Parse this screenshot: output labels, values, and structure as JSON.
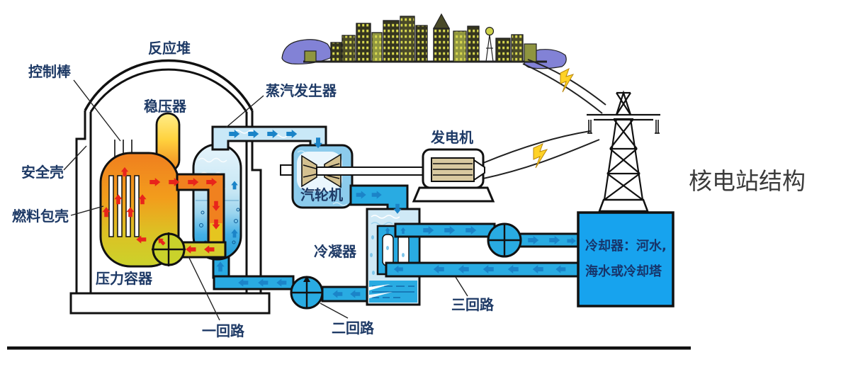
{
  "title": "核电站结构",
  "labels": {
    "reactor": "反应堆",
    "control_rods": "控制棒",
    "pressurizer": "稳压器",
    "steam_generator": "蒸汽发生器",
    "containment": "安全壳",
    "fuel_cladding": "燃料包壳",
    "pressure_vessel": "压力容器",
    "primary_loop": "一回路",
    "turbine": "汽轮机",
    "generator": "发电机",
    "condenser": "冷凝器",
    "secondary_loop": "二回路",
    "tertiary_loop": "三回路",
    "cooler_line1": "冷却器：河水,",
    "cooler_line2": "海水或冷却塔"
  },
  "colors": {
    "pipe_blue": "#29ABE2",
    "cooler_blue": "#17A3EE",
    "steam_pipe_light_blue": "#C9E8F7",
    "primary_hot_orange": "#F0811F",
    "primary_cold_yellow": "#C9D22B",
    "red_flow_arrow": "#E8251B",
    "blue_flow_arrow": "#1B84C8",
    "label_text": "#1E3A66",
    "title_text": "#3B3B3B",
    "lightning_yellow": "#FFD226",
    "city_building_dark": "#35351F",
    "city_window_yellow": "#D8D84F",
    "city_ground_purple": "#8282D6"
  },
  "icons": {
    "lightning_bolt": "high-voltage electricity flash",
    "pump_cross": "circulation pump (circle with cross)",
    "flow_arrow": "coolant flow direction arrow"
  }
}
